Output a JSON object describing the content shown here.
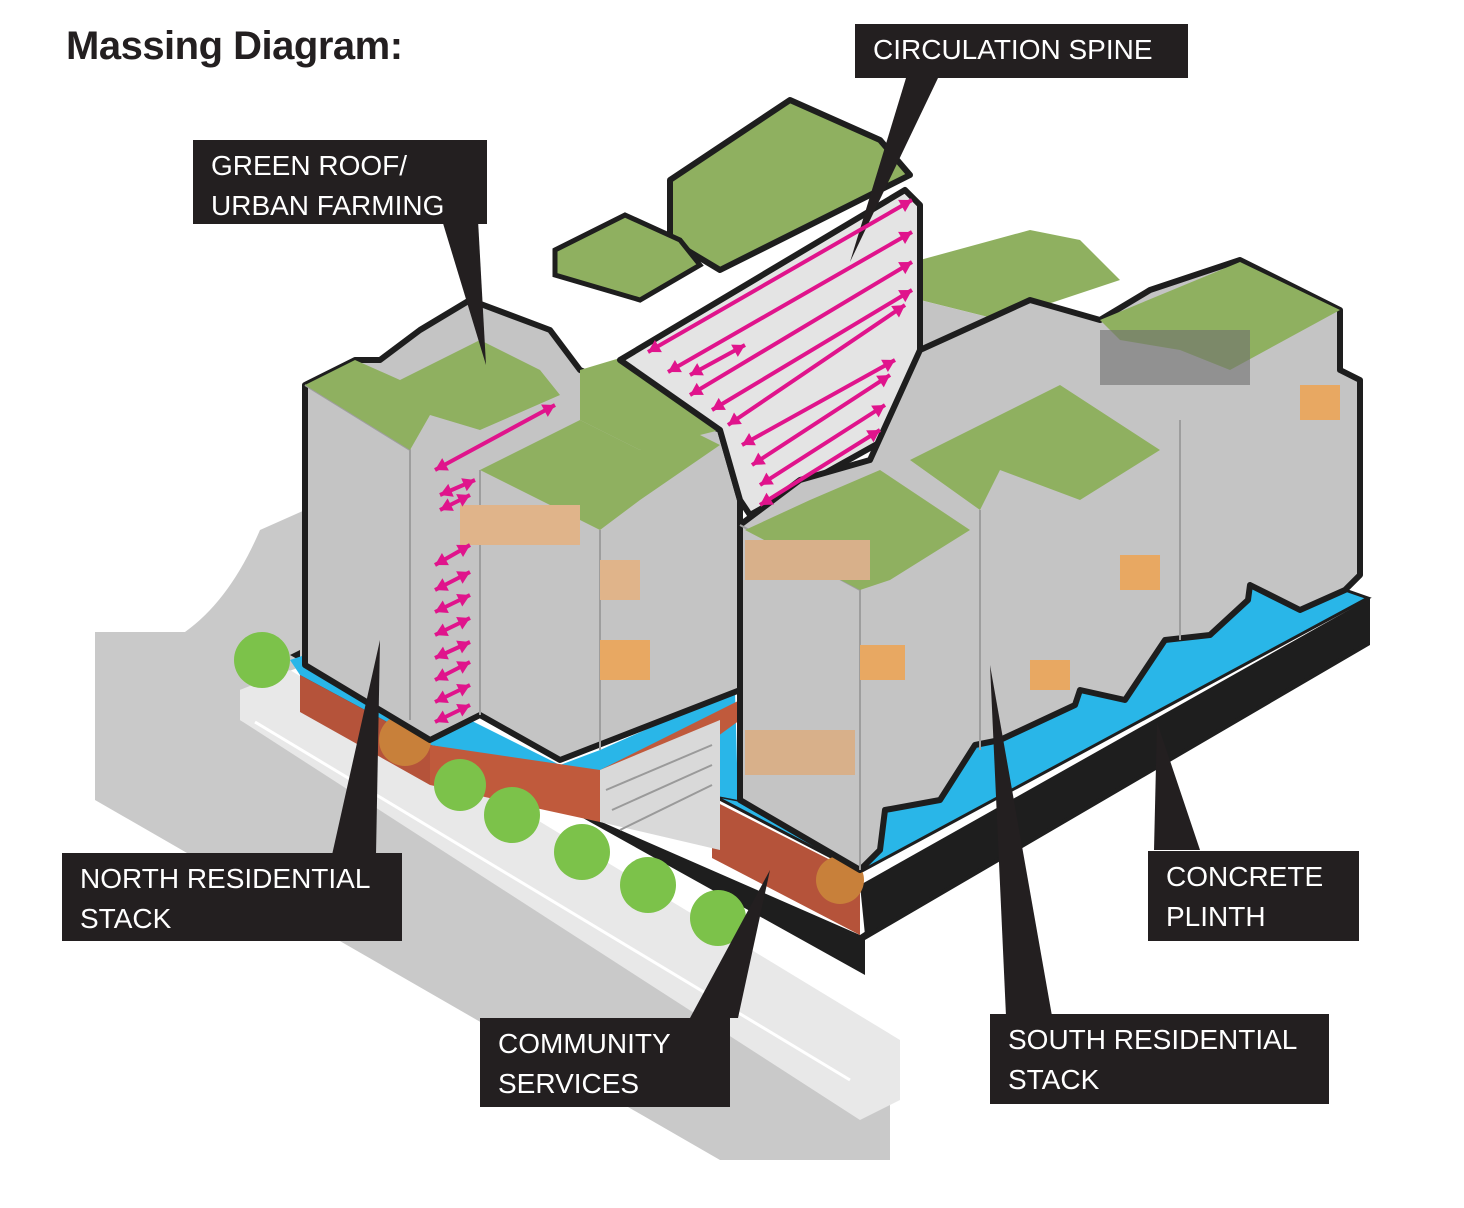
{
  "title": "Massing Diagram:",
  "callouts": {
    "circulation_spine": {
      "lines": [
        "CIRCULATION SPINE"
      ]
    },
    "green_roof": {
      "lines": [
        "GREEN ROOF/",
        "URBAN FARMING"
      ]
    },
    "north_stack": {
      "lines": [
        "NORTH RESIDENTIAL",
        "STACK"
      ]
    },
    "community": {
      "lines": [
        "COMMUNITY",
        "SERVICES"
      ]
    },
    "south_stack": {
      "lines": [
        "SOUTH RESIDENTIAL",
        "STACK"
      ]
    },
    "plinth": {
      "lines": [
        "CONCRETE",
        "PLINTH"
      ]
    }
  },
  "colors": {
    "roof": "#8fb060",
    "roof_dark": "#7a9a52",
    "facade": "#bfbfbf",
    "facade_dark": "#a6a6a6",
    "plinth_blue": "#29b6e8",
    "plinth_black": "#1e1e1e",
    "community_red": "#b5533a",
    "arrow_magenta": "#e0148c",
    "street": "#c8c8c8",
    "sidewalk": "#e6e6e6",
    "tree": "#7cc24a",
    "accent_orange": "#e8a862",
    "callout_bg": "#231f20"
  }
}
